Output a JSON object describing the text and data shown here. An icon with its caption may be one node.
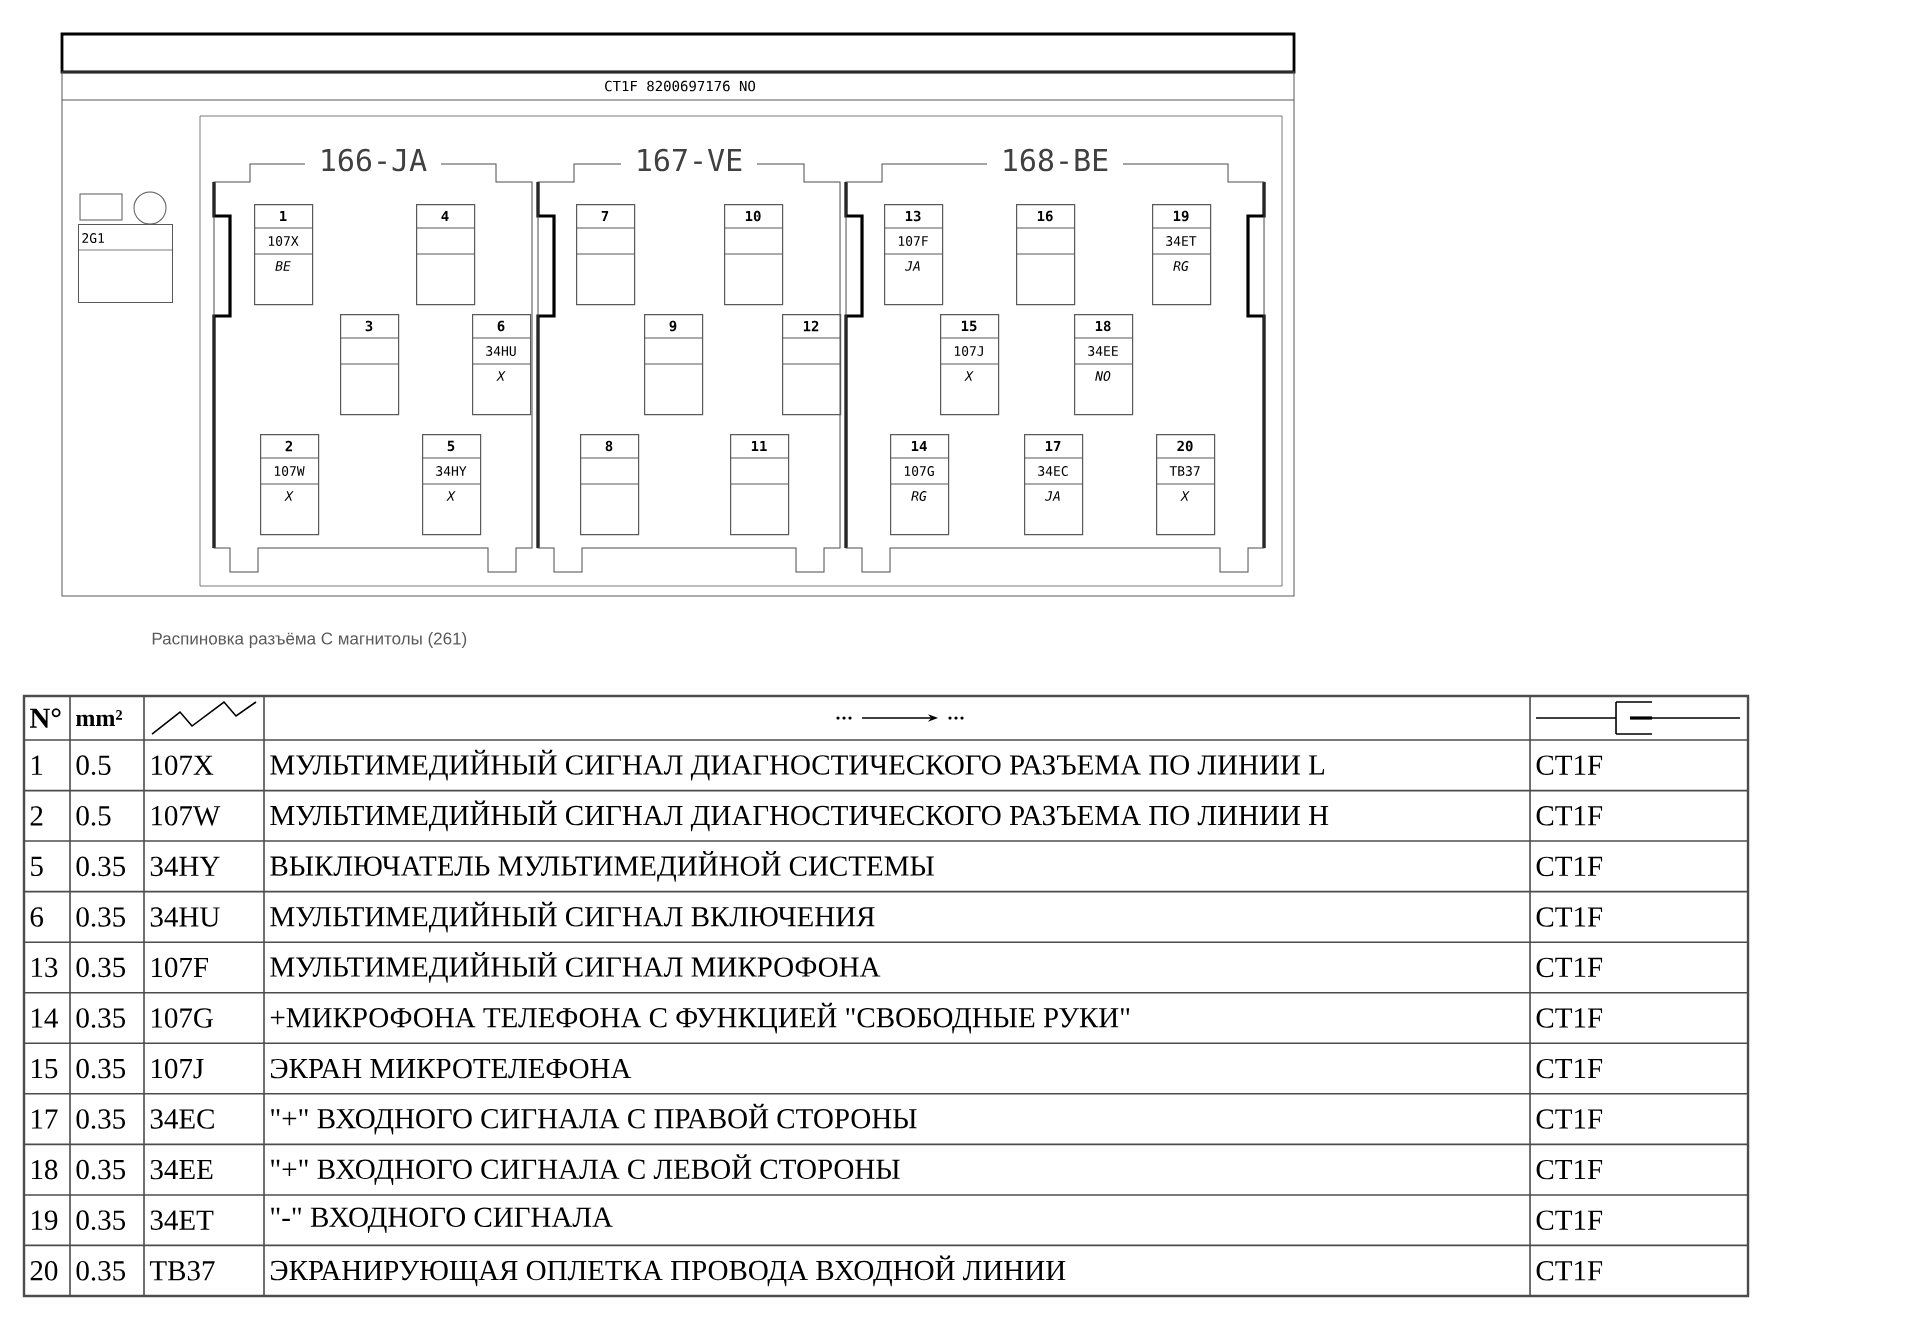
{
  "diagram": {
    "caption": "Распиновка разъёма С магнитолы (261)",
    "nodes": [
      {
        "text": [
          "2G1"
        ]
      },
      {
        "text": [
          "166-JA"
        ]
      },
      {
        "text": [
          "1",
          "107X",
          "BE"
        ],
        "in": 1
      },
      {
        "text": [
          "2",
          "107W",
          "X"
        ],
        "in": 1
      },
      {
        "text": [
          "3"
        ],
        "in": 1
      },
      {
        "text": [
          "4"
        ],
        "in": 1
      },
      {
        "text": [
          "5",
          "34HY",
          "X"
        ],
        "in": 1
      },
      {
        "text": [
          "6",
          "34HU",
          "X"
        ],
        "in": 1
      },
      {
        "text": [
          "167-VE"
        ]
      },
      {
        "text": [
          "7"
        ],
        "in": 8
      },
      {
        "text": [
          "8"
        ],
        "in": 8
      },
      {
        "text": [
          "9"
        ],
        "in": 8
      },
      {
        "text": [
          "10"
        ],
        "in": 8
      },
      {
        "text": [
          "11"
        ],
        "in": 8
      },
      {
        "text": [
          "12"
        ],
        "in": 8
      },
      {
        "text": [
          "168-BE"
        ]
      },
      {
        "text": [
          "13",
          "107F",
          "JA"
        ],
        "in": 15
      },
      {
        "text": [
          "14",
          "107G",
          "RG"
        ],
        "in": 15
      },
      {
        "text": [
          "15",
          "107J",
          "X"
        ],
        "in": 15
      },
      {
        "text": [
          "16"
        ],
        "in": 15
      },
      {
        "text": [
          "17",
          "34EC",
          "JA"
        ],
        "in": 15
      },
      {
        "text": [
          "18",
          "34EE",
          "NO"
        ],
        "in": 15
      },
      {
        "text": [
          "19",
          "34ET",
          "RG"
        ],
        "in": 15
      },
      {
        "text": [
          "20",
          "TB37",
          "X"
        ],
        "in": 15
      }
    ],
    "labels": [
      "CT1F 8200697176 NO",
      "N°",
      "mm²",
      "1",
      "0.5",
      "107X",
      "МУЛЬТИМЕДИЙНЫЙ СИГНАЛ ДИАГНОСТИЧЕСКОГО РАЗЪЕМА ПО ЛИНИИ L",
      "CT1F",
      "2",
      "0.5",
      "107W",
      "МУЛЬТИМЕДИЙНЫЙ СИГНАЛ ДИАГНОСТИЧЕСКОГО РАЗЪЕМА ПО ЛИНИИ H",
      "CT1F",
      "5",
      "0.35",
      "34HY",
      "ВЫКЛЮЧАТЕЛЬ МУЛЬТИМЕДИЙНОЙ СИСТЕМЫ",
      "CT1F",
      "6",
      "0.35",
      "34HU",
      "МУЛЬТИМЕДИЙНЫЙ СИГНАЛ ВКЛЮЧЕНИЯ",
      "CT1F",
      "13",
      "0.35",
      "107F",
      "МУЛЬТИМЕДИЙНЫЙ СИГНАЛ МИКРОФОНА",
      "CT1F",
      "14",
      "0.35",
      "107G",
      "+МИКРОФОНА ТЕЛЕФОНА С ФУНКЦИЕЙ \"СВОБОДНЫЕ РУКИ\"",
      "CT1F",
      "15",
      "0.35",
      "107J",
      "ЭКРАН МИКРОТЕЛЕФОНА",
      "CT1F",
      "17",
      "0.35",
      "34EC",
      "\"+\" ВХОДНОГО СИГНАЛА С ПРАВОЙ СТОРОНЫ",
      "CT1F",
      "18",
      "0.35",
      "34EE",
      "\"+\" ВХОДНОГО СИГНАЛА С ЛЕВОЙ СТОРОНЫ",
      "CT1F",
      "19",
      "0.35",
      "34ET",
      "\"-\" ВХОДНОГО СИГНАЛА",
      "CT1F",
      "20",
      "0.35",
      "TB37",
      "ЭКРАНИРУЮЩАЯ ОПЛЕТКА ПРОВОДА ВХОДНОЙ ЛИНИИ",
      "CT1F"
    ]
  }
}
